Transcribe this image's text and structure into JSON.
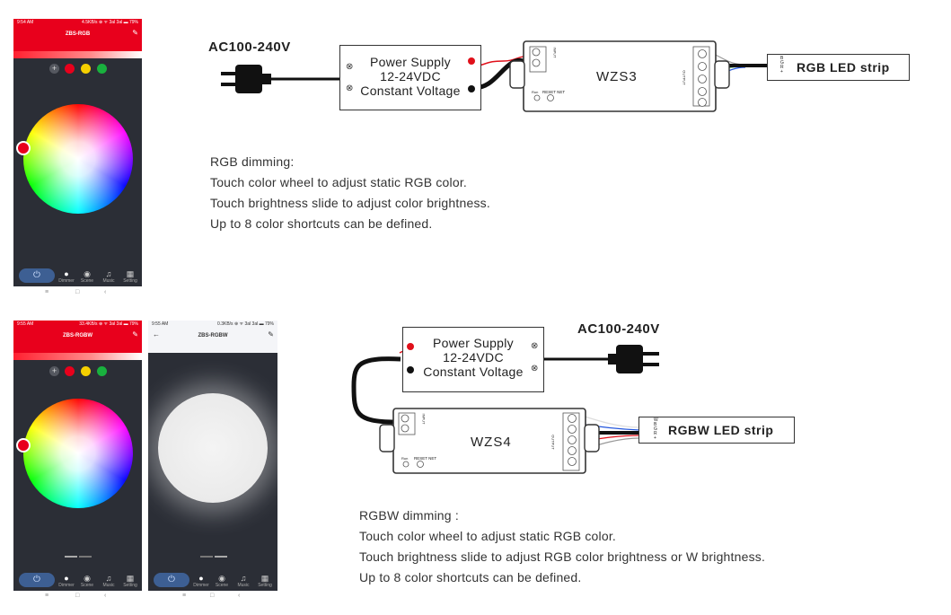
{
  "top": {
    "phone": {
      "time": "9:54 AM",
      "net": "4.5KB/s ⊕ ᯤ 3al 3al ▬ 79%",
      "title": "ZBS-RGB",
      "edit_icon": "pencil-icon",
      "swatch_colors": [
        "#555860",
        "#e8001c",
        "#f5d000",
        "#19b13e"
      ],
      "tabs": [
        "Dimmer",
        "Scene",
        "Music",
        "Setting"
      ],
      "nav": [
        "≡",
        "□",
        "‹"
      ]
    },
    "ac_label": "AC100-240V",
    "power_supply": [
      "Power Supply",
      "12-24VDC",
      "Constant Voltage"
    ],
    "controller": "WZS3",
    "strip": "RGB LED strip",
    "caption": [
      "RGB dimming:",
      "Touch color wheel to adjust static RGB color.",
      "Touch brightness slide to adjust color brightness.",
      "Up to 8 color shortcuts can be defined."
    ]
  },
  "bottom": {
    "phone1": {
      "time": "9:55 AM",
      "net": "33.4KB/s ⊕ ᯤ 3al 3al ▬ 79%",
      "title": "ZBS-RGBW",
      "tabs": [
        "Dimmer",
        "Scene",
        "Music",
        "Setting"
      ]
    },
    "phone2": {
      "time": "9:55 AM",
      "net": "0.3KB/s ⊕ ᯤ 3al 3al ▬ 79%",
      "title": "ZBS-RGBW",
      "tabs": [
        "Dimmer",
        "Scene",
        "Music",
        "Setting"
      ]
    },
    "ac_label": "AC100-240V",
    "power_supply": [
      "Power Supply",
      "12-24VDC",
      "Constant Voltage"
    ],
    "controller": "WZS4",
    "strip": "RGBW LED strip",
    "caption": [
      "RGBW dimming :",
      "Touch color wheel to adjust static RGB color.",
      "Touch brightness slide to adjust RGB color brightness or W brightness.",
      "Up to 8 color shortcuts can be defined."
    ]
  },
  "controller_small": {
    "input": "INPUT",
    "reset": "RESET NET",
    "run": "Run",
    "output": "OUTPUT",
    "pins3": [
      "+",
      "R",
      "G",
      "B"
    ],
    "pins4": [
      "W",
      "B",
      "G",
      "R",
      "+"
    ]
  },
  "colors": {
    "app_red": "#e8001c",
    "app_dark": "#2b2e36",
    "wire_red": "#e0101a",
    "wire_green": "#2a9a3a",
    "wire_blue": "#2255dd",
    "wire_white": "#dddddd"
  }
}
